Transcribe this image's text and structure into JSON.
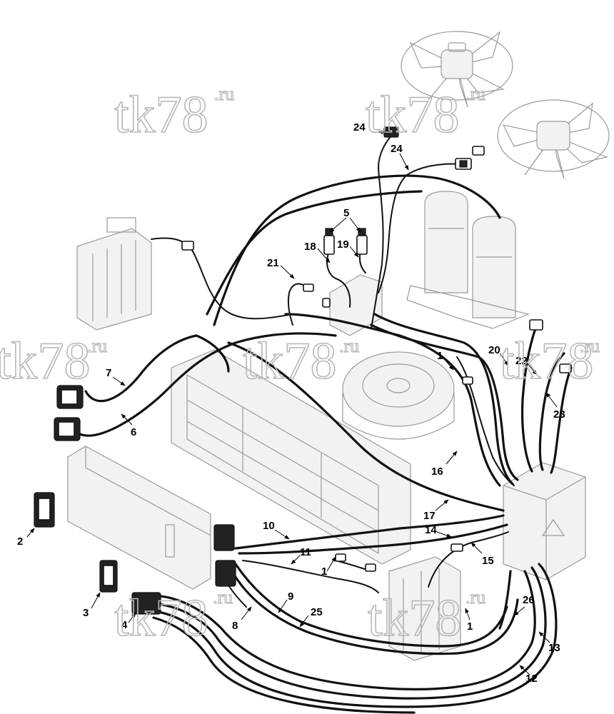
{
  "watermark": {
    "text": "tk78",
    "suffix": ".ru"
  },
  "callouts": {
    "c1": "1",
    "c2": "2",
    "c3": "3",
    "c4": "4",
    "c5": "5",
    "c6": "6",
    "c7": "7",
    "c8": "8",
    "c9": "9",
    "c10": "10",
    "c11": "11",
    "c12": "12",
    "c13": "13",
    "c14": "14",
    "c15": "15",
    "c16": "16",
    "c17": "17",
    "c18": "18",
    "c19": "19",
    "c20": "20",
    "c21": "21",
    "c22": "22",
    "c23": "23",
    "c24": "24",
    "c25": "25",
    "c26": "26"
  }
}
